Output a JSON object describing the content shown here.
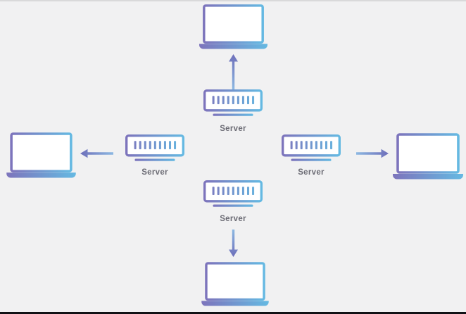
{
  "diagram": {
    "servers": {
      "top": {
        "label": "Server"
      },
      "left": {
        "label": "Server"
      },
      "right": {
        "label": "Server"
      },
      "bottom": {
        "label": "Server"
      }
    },
    "laptops": [
      "top",
      "left",
      "right",
      "bottom"
    ],
    "arrows": [
      {
        "direction": "up",
        "from": "server-top",
        "to": "laptop-top"
      },
      {
        "direction": "left",
        "from": "server-left",
        "to": "laptop-left"
      },
      {
        "direction": "right",
        "from": "server-right",
        "to": "laptop-right"
      },
      {
        "direction": "down",
        "from": "server-bottom",
        "to": "laptop-bottom"
      }
    ],
    "colors": {
      "background": "#f1f1f2",
      "gradient_start": "#7d74bc",
      "gradient_end": "#65b9e2",
      "arrow_head": "#6e6fba",
      "arrow_tail": "#8cb8e2",
      "label_text": "#6c6c75",
      "top_border": "#d9d9da",
      "bottom_border": "#121216"
    }
  }
}
